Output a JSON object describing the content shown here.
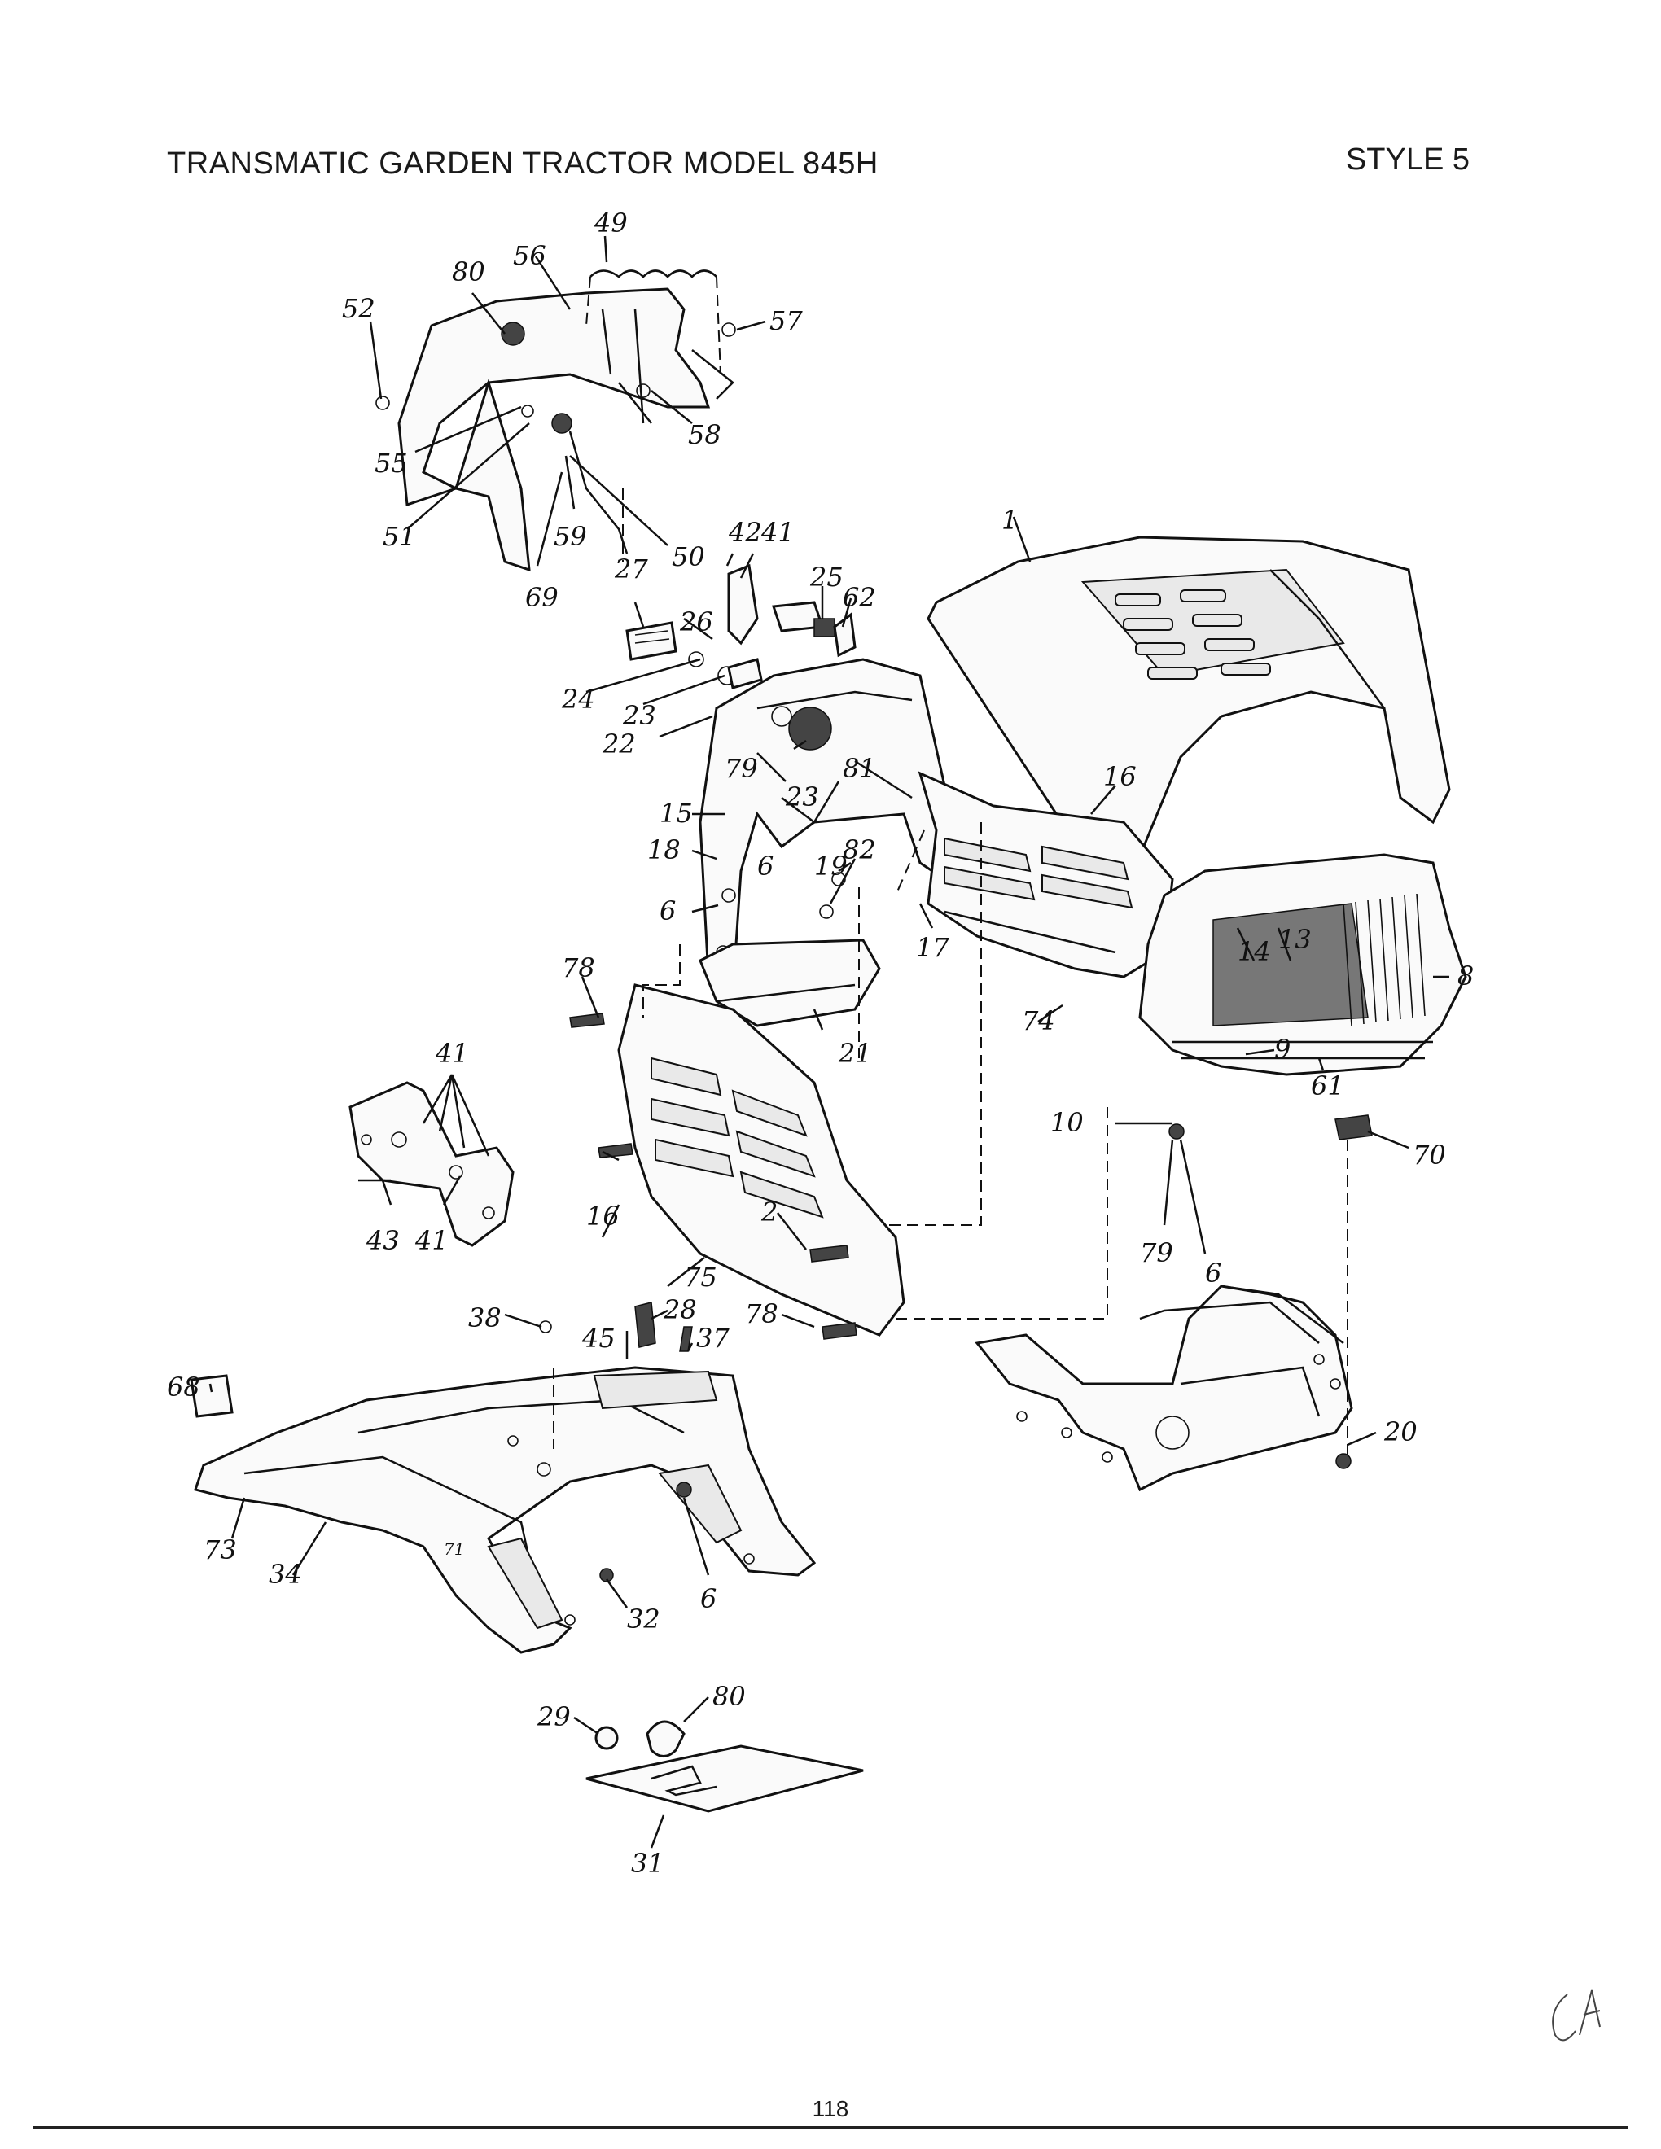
{
  "header": {
    "title": "TRANSMATIC GARDEN TRACTOR MODEL 845H",
    "style": "STYLE 5"
  },
  "footer": {
    "page_number": "118"
  },
  "diagram": {
    "callouts": [
      "49",
      "56",
      "80",
      "52",
      "57",
      "55",
      "58",
      "59",
      "51",
      "50",
      "69",
      "42",
      "41",
      "25",
      "62",
      "1",
      "27",
      "26",
      "24",
      "23",
      "22",
      "79",
      "23",
      "81",
      "16",
      "15",
      "18",
      "82",
      "19",
      "6",
      "6",
      "17",
      "78",
      "14",
      "13",
      "8",
      "21",
      "74",
      "41",
      "9",
      "61",
      "10",
      "70",
      "16",
      "43",
      "41",
      "2",
      "79",
      "6",
      "75",
      "38",
      "28",
      "45",
      "37",
      "78",
      "68",
      "20",
      "73",
      "34",
      "71",
      "6",
      "32",
      "29",
      "80",
      "31"
    ]
  }
}
